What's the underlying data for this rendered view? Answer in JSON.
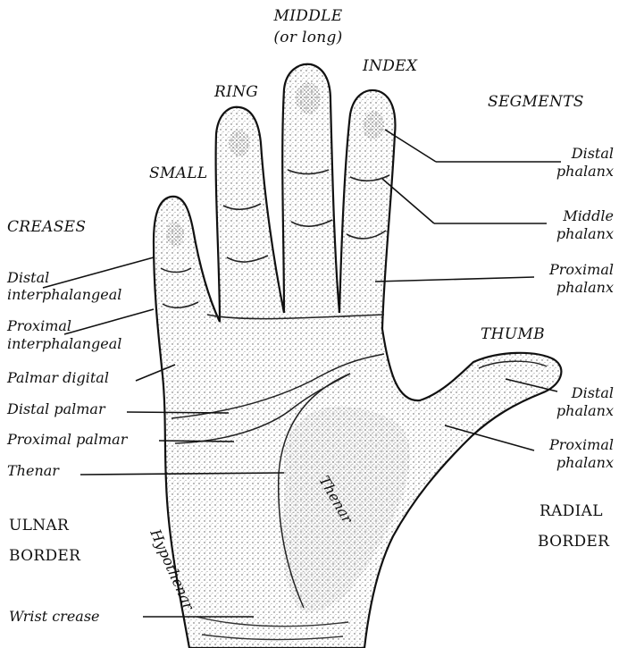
{
  "fingers": {
    "middle": "MIDDLE",
    "middle_alt": "(or long)",
    "index": "INDEX",
    "ring": "RING",
    "small": "SMALL",
    "thumb": "THUMB"
  },
  "segments": {
    "heading": "SEGMENTS",
    "distal_1": "Distal",
    "distal_2": "phalanx",
    "middle_1": "Middle",
    "middle_2": "phalanx",
    "proximal_1": "Proximal",
    "proximal_2": "phalanx",
    "thumb_distal_1": "Distal",
    "thumb_distal_2": "phalanx",
    "thumb_proximal_1": "Proximal",
    "thumb_proximal_2": "phalanx"
  },
  "creases": {
    "heading": "CREASES",
    "distal_interphalangeal_1": "Distal",
    "distal_interphalangeal_2": "interphalangeal",
    "proximal_interphalangeal_1": "Proximal",
    "proximal_interphalangeal_2": "interphalangeal",
    "palmar_digital": "Palmar digital",
    "distal_palmar": "Distal palmar",
    "proximal_palmar": "Proximal palmar",
    "thenar": "Thenar",
    "wrist": "Wrist crease"
  },
  "regions": {
    "hypothenar": "Hypothenar",
    "thenar": "Thenar"
  },
  "borders": {
    "ulnar_1": "ULNAR",
    "ulnar_2": "BORDER",
    "radial_1": "RADIAL",
    "radial_2": "BORDER"
  }
}
